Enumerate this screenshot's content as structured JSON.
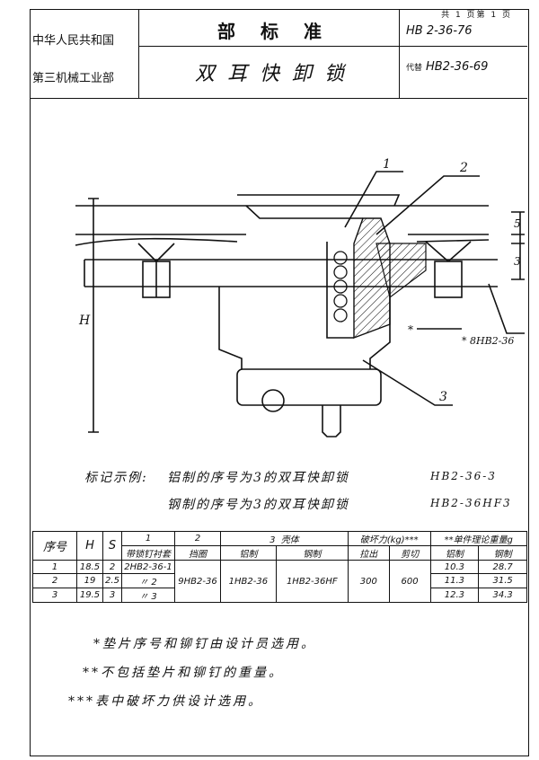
{
  "top_note": "共 1 页第 1 页",
  "header": {
    "org_line1": "中华人民共和国",
    "org_line2": "第三机械工业部",
    "standard_type": "部标准",
    "part_name": "双耳快卸锁",
    "code": "HB 2-36-76",
    "replaces_label": "代替",
    "replaces_code": "HB2-36-69"
  },
  "drawing": {
    "callouts": [
      "1",
      "2",
      "3"
    ],
    "dims": [
      "5",
      "3",
      "H"
    ],
    "ref_label": "* 8HB2-36",
    "star": "*"
  },
  "marking": {
    "label": "标记示例:",
    "line1": "铝制的序号为3的双耳快卸锁",
    "code1": "HB2-36-3",
    "line2": "钢制的序号为3的双耳快卸锁",
    "code2": "HB2-36HF3"
  },
  "table": {
    "h_seq": "序号",
    "h_H": "H",
    "h_S": "S",
    "h_1num": "1",
    "h_1name": "带锁钉衬套",
    "h_2num": "2",
    "h_2name": "挡圈",
    "h_3num": "3",
    "h_3name": "壳体",
    "h_al": "铝制",
    "h_steel": "钢制",
    "h_break": "破坏力(kg)",
    "h_break_mark": "***",
    "h_pull": "拉出",
    "h_shear": "剪切",
    "h_weight": "单件理论重量g",
    "h_weight_mark": "**",
    "h_wal": "铝制",
    "h_wsteel": "钢制",
    "rows": [
      {
        "seq": "1",
        "H": "18.5",
        "S": "2",
        "p1": "2HB2-36-1",
        "wal": "10.3",
        "wsteel": "28.7"
      },
      {
        "seq": "2",
        "H": "19",
        "S": "2.5",
        "p1": "〃 2",
        "wal": "11.3",
        "wsteel": "31.5"
      },
      {
        "seq": "3",
        "H": "19.5",
        "S": "3",
        "p1": "〃 3",
        "wal": "12.3",
        "wsteel": "34.3"
      }
    ],
    "p2": "9HB2-36",
    "p3al": "1HB2-36",
    "p3steel": "1HB2-36HF",
    "pull": "300",
    "shear": "600"
  },
  "notes": [
    "*垫片序号和铆钉由设计员选用。",
    "**不包括垫片和铆钉的重量。",
    "***表中破坏力供设计选用。"
  ]
}
